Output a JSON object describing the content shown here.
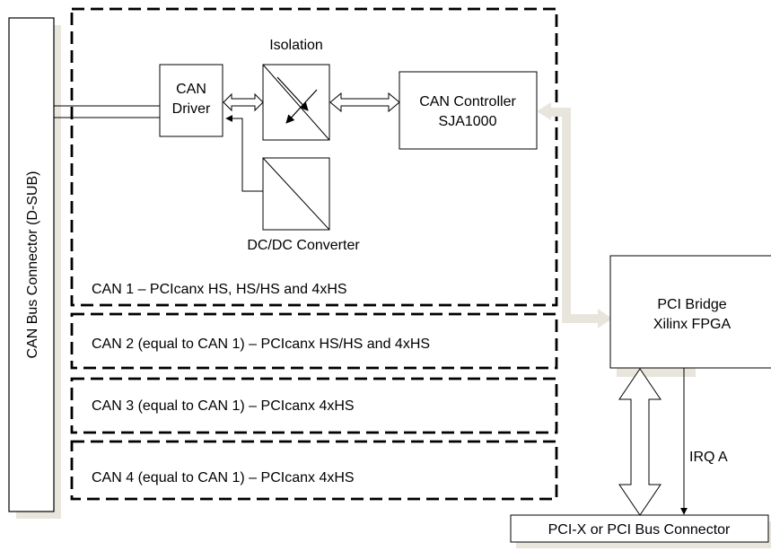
{
  "diagram": {
    "left_connector_label": "CAN Bus Connector (D-SUB)",
    "isolation_label": "Isolation",
    "can_driver": {
      "line1": "CAN",
      "line2": "Driver"
    },
    "can_controller": {
      "line1": "CAN Controller",
      "line2": "SJA1000"
    },
    "dcdc_label": "DC/DC Converter",
    "channels": [
      "CAN 1 – PCIcanx HS, HS/HS and 4xHS",
      "CAN 2 (equal to CAN 1) – PCIcanx HS/HS and 4xHS",
      "CAN 3 (equal to CAN 1) – PCIcanx 4xHS",
      "CAN 4 (equal to CAN 1) – PCIcanx 4xHS"
    ],
    "pci_bridge": {
      "line1": "PCI Bridge",
      "line2": "Xilinx FPGA"
    },
    "irq_label": "IRQ A",
    "pci_connector_label": "PCI-X or PCI Bus Connector"
  },
  "colors": {
    "shadow": "#e8e6dc",
    "stroke": "#000000",
    "background": "#ffffff"
  }
}
